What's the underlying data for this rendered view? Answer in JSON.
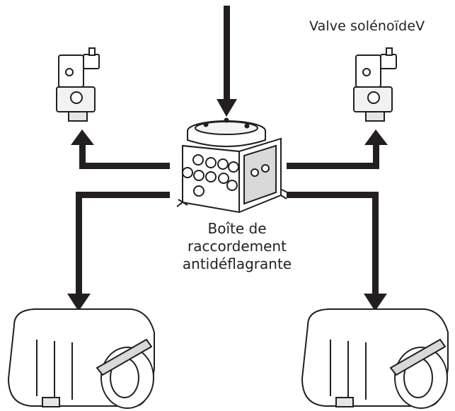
{
  "labels": {
    "solenoid_valve": "Valve solénoïdeV",
    "junction_box_line1": "Boîte de",
    "junction_box_line2": "raccordement",
    "junction_box_line3": "antidéflagrante"
  },
  "colors": {
    "ink": "#231f20",
    "background": "#ffffff",
    "device_fill": "#ffffff",
    "device_shade": "#d9d9d9"
  },
  "icons": {
    "junction_box": "explosion-proof-junction-box-icon",
    "solenoid_valve": "solenoid-valve-icon",
    "camera_housing": "camera-housing-icon"
  }
}
